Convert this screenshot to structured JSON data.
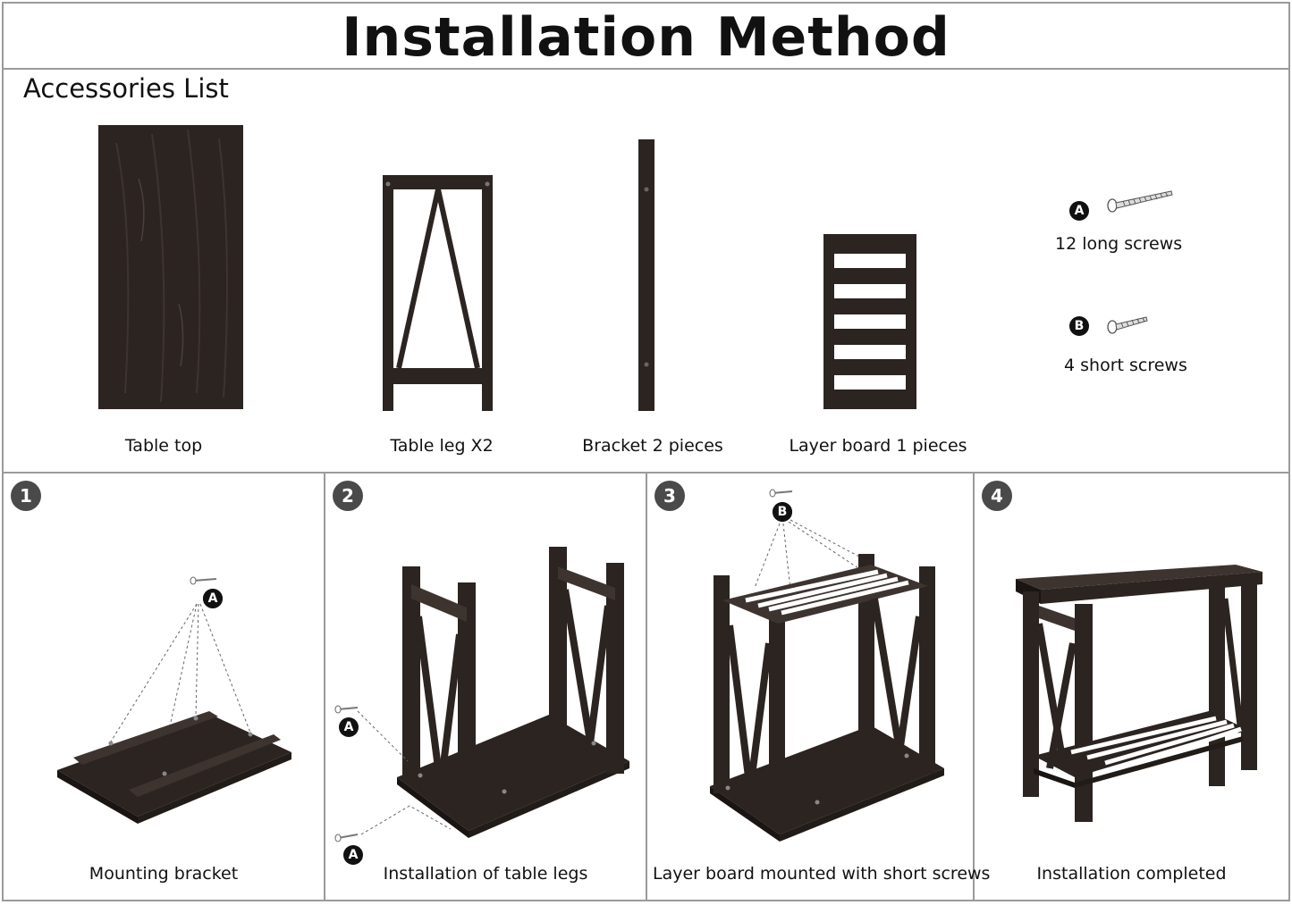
{
  "header": {
    "title": "Installation Method"
  },
  "accessories": {
    "title": "Accessories List",
    "items": [
      {
        "label": "Table top"
      },
      {
        "label": "Table leg X2"
      },
      {
        "label": "Bracket 2 pieces"
      },
      {
        "label": "Layer board 1 pieces"
      }
    ],
    "screws": [
      {
        "badge": "A",
        "label": "12 long screws"
      },
      {
        "badge": "B",
        "label": "4 short screws"
      }
    ]
  },
  "steps": [
    {
      "number": "1",
      "caption": "Mounting bracket",
      "screw_badge": "A"
    },
    {
      "number": "2",
      "caption": "Installation of table legs",
      "screw_badge": "A"
    },
    {
      "number": "3",
      "caption": "Layer board  mounted with short screws",
      "screw_badge": "B"
    },
    {
      "number": "4",
      "caption": "Installation completed"
    }
  ],
  "colors": {
    "wood": "#2b2420",
    "wood_light": "#3d3430",
    "border": "#9a9a9a"
  }
}
